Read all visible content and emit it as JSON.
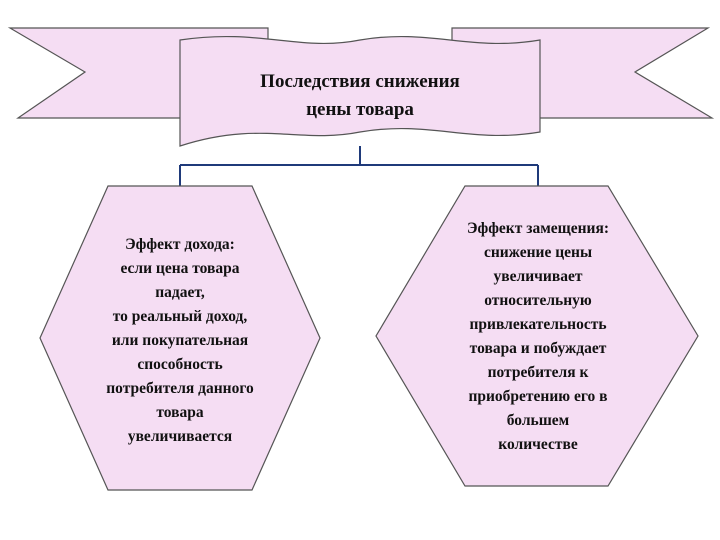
{
  "banner": {
    "title": "Последствия снижения\nцены товара"
  },
  "left_box": {
    "text": "Эффект дохода:\nесли цена товара\nпадает,\nто реальный доход,\nили покупательная\nспособность\nпотребителя данного\nтовара\nувеличивается"
  },
  "right_box": {
    "text": "Эффект замещения:\nснижение цены\nувеличивает\nотносительную\nпривлекательность\nтовара и побуждает\nпотребителя к\nприобретению его в\nбольшем\nколичестве"
  },
  "colors": {
    "fill": "#f5ddf3",
    "outline": "#555555",
    "connector": "#1f3a7a",
    "text": "#111111"
  }
}
